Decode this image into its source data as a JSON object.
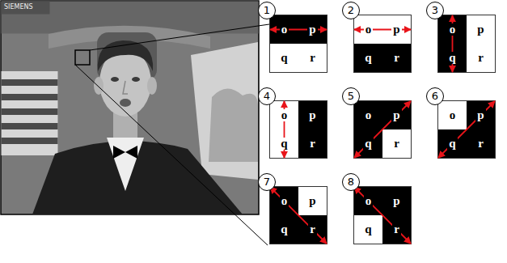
{
  "diagram": {
    "nodes": [
      {
        "text": [
          "1"
        ]
      },
      {
        "text": [
          "o"
        ],
        "in": 0
      },
      {
        "text": [
          "p"
        ],
        "in": 0
      },
      {
        "text": [
          "q"
        ],
        "in": 0
      },
      {
        "text": [
          "r"
        ],
        "in": 0
      },
      {
        "text": [
          "2"
        ]
      },
      {
        "text": [
          "o"
        ],
        "in": 5
      },
      {
        "text": [
          "p"
        ],
        "in": 5
      },
      {
        "text": [
          "q"
        ],
        "in": 5
      },
      {
        "text": [
          "r"
        ],
        "in": 5
      },
      {
        "text": [
          "3"
        ]
      },
      {
        "text": [
          "o"
        ],
        "in": 10
      },
      {
        "text": [
          "p"
        ],
        "in": 10
      },
      {
        "text": [
          "q"
        ],
        "in": 10
      },
      {
        "text": [
          "r"
        ],
        "in": 10
      },
      {
        "text": [
          "4"
        ]
      },
      {
        "text": [
          "o"
        ],
        "in": 15
      },
      {
        "text": [
          "p"
        ],
        "in": 15
      },
      {
        "text": [
          "q"
        ],
        "in": 15
      },
      {
        "text": [
          "r"
        ],
        "in": 15
      },
      {
        "text": [
          "5"
        ]
      },
      {
        "text": [
          "o"
        ],
        "in": 20
      },
      {
        "text": [
          "p"
        ],
        "in": 20
      },
      {
        "text": [
          "q"
        ],
        "in": 20
      },
      {
        "text": [
          "r"
        ],
        "in": 20
      },
      {
        "text": [
          "6"
        ]
      },
      {
        "text": [
          "o"
        ],
        "in": 25
      },
      {
        "text": [
          "p"
        ],
        "in": 25
      },
      {
        "text": [
          "q"
        ],
        "in": 25
      },
      {
        "text": [
          "r"
        ],
        "in": 25
      },
      {
        "text": [
          "7"
        ]
      },
      {
        "text": [
          "o"
        ],
        "in": 30
      },
      {
        "text": [
          "p"
        ],
        "in": 30
      },
      {
        "text": [
          "q"
        ],
        "in": 30
      },
      {
        "text": [
          "r"
        ],
        "in": 30
      },
      {
        "text": [
          "8"
        ]
      },
      {
        "text": [
          "o"
        ],
        "in": 35
      },
      {
        "text": [
          "p"
        ],
        "in": 35
      },
      {
        "text": [
          "q"
        ],
        "in": 35
      },
      {
        "text": [
          "r"
        ],
        "in": 35
      }
    ],
    "edges": [
      {
        "from": 1,
        "to": 2,
        "arrow": "both"
      },
      {
        "from": 6,
        "to": 7,
        "arrow": "both"
      },
      {
        "from": 11,
        "to": 13,
        "arrow": "both"
      },
      {
        "from": 16,
        "to": 18,
        "arrow": "both"
      },
      {
        "from": 23,
        "to": 22,
        "arrow": "both"
      },
      {
        "from": 28,
        "to": 27,
        "arrow": "both"
      },
      {
        "from": 31,
        "to": 34,
        "arrow": "both"
      },
      {
        "from": 36,
        "to": 39,
        "arrow": "both"
      }
    ],
    "labels": [
      "SIEMENS"
    ]
  }
}
